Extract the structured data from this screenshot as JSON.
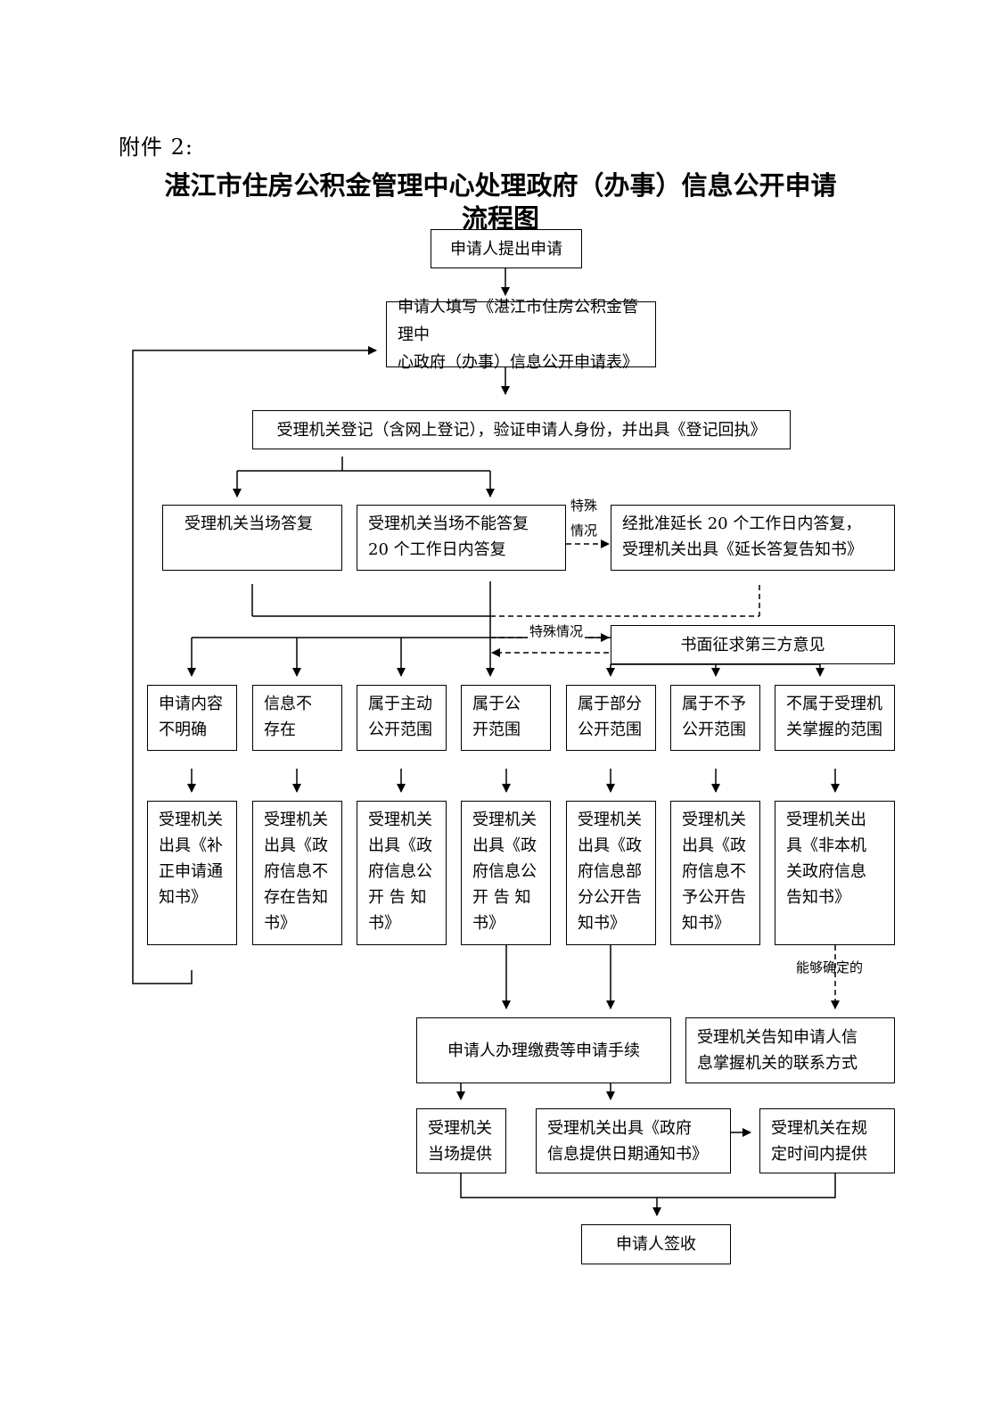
{
  "header": {
    "attachment_label": "附件 2:",
    "title_line1": "湛江市住房公积金管理中心处理政府（办事）信息公开申请",
    "title_line2": "流程图"
  },
  "nodes": {
    "apply": "申请人提出申请",
    "fill_form": "申请人填写《湛江市住房公积金管理中\n心政府（办事）信息公开申请表》",
    "register": "受理机关登记（含网上登记），验证申请人身份，并出具《登记回执》",
    "reply_onsite": "受理机关当场答复",
    "reply_20days": "受理机关当场不能答复\n20 个工作日内答复",
    "extension": "经批准延长 20 个工作日内答复，\n受理机关出具《延长答复告知书》",
    "third_party": "书面征求第三方意见",
    "cat_unclear": "申请内容\n不明确",
    "cat_not_exist": "信息不\n存在",
    "cat_active": "属于主动\n公开范围",
    "cat_public": "属于公\n开范围",
    "cat_partial": "属于部分\n公开范围",
    "cat_not_public": "属于不予\n公开范围",
    "cat_not_held": "不属于受理机\n关掌握的范围",
    "doc_supplement": "受理机关\n出具《补\n正申请通\n知书》",
    "doc_not_exist": "受理机关\n出具《政\n府信息不\n存在告知\n书》",
    "doc_active": "受理机关\n出具《政\n府信息公\n开 告 知\n书》",
    "doc_public": "受理机关\n出具《政\n府信息公\n开 告 知\n书》",
    "doc_partial": "受理机关\n出具《政\n府信息部\n分公开告\n知书》",
    "doc_not_public": "受理机关\n出具《政\n府信息不\n予公开告\n知书》",
    "doc_not_held": "受理机关出\n具《非本机\n关政府信息\n告知书》",
    "payment": "申请人办理缴费等申请手续",
    "inform_contact": "受理机关告知申请人信\n息掌握机关的联系方式",
    "provide_onsite": "受理机关\n当场提供",
    "date_notice": "受理机关出具《政府\n信息提供日期通知书》",
    "provide_in_time": "受理机关在规\n定时间内提供",
    "sign": "申请人签收"
  },
  "edge_labels": {
    "special_a": "特殊\n情况",
    "special_b": "特殊情况",
    "can_determine": "能够确定的"
  }
}
